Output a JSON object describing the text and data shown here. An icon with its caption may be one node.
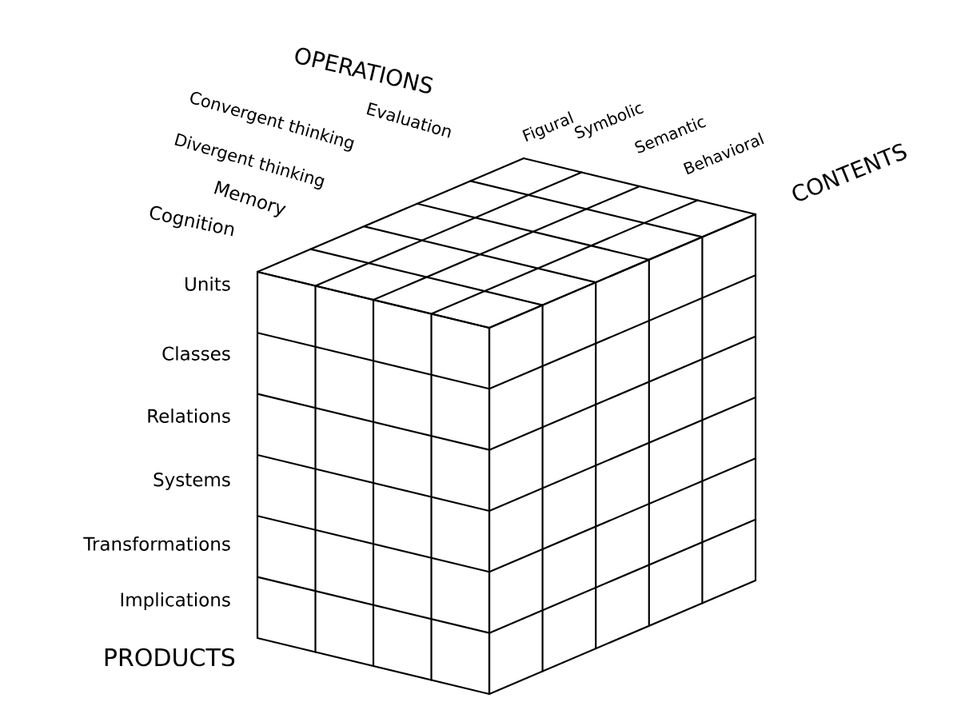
{
  "diagram": {
    "labels": [
      "OPERATIONS",
      "Convergent thinking",
      "Evaluation",
      "Figural",
      "Symbolic",
      "Semantic",
      "Divergent thinking",
      "Behavioral",
      "CONTENTS",
      "Memory",
      "Cognition",
      "Units",
      "Classes",
      "Relations",
      "Systems",
      "Transformations",
      "Implications",
      "PRODUCTS"
    ]
  }
}
